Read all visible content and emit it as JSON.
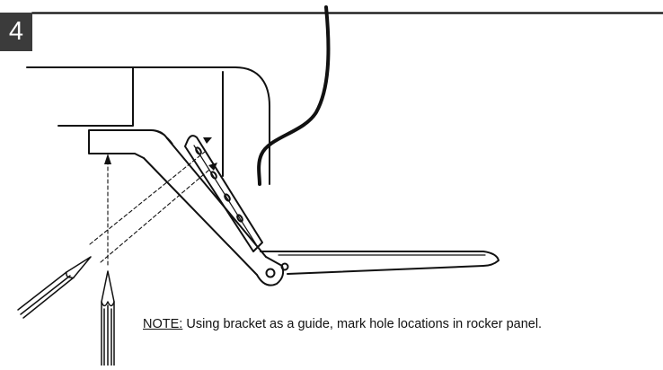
{
  "step": {
    "number": "4"
  },
  "note": {
    "label": "NOTE:",
    "text": " Using bracket as a guide, mark hole locations in rocker panel."
  },
  "colors": {
    "ink": "#111111",
    "badge": "#3b3b3b",
    "badge_text": "#ffffff",
    "background": "#ffffff"
  }
}
